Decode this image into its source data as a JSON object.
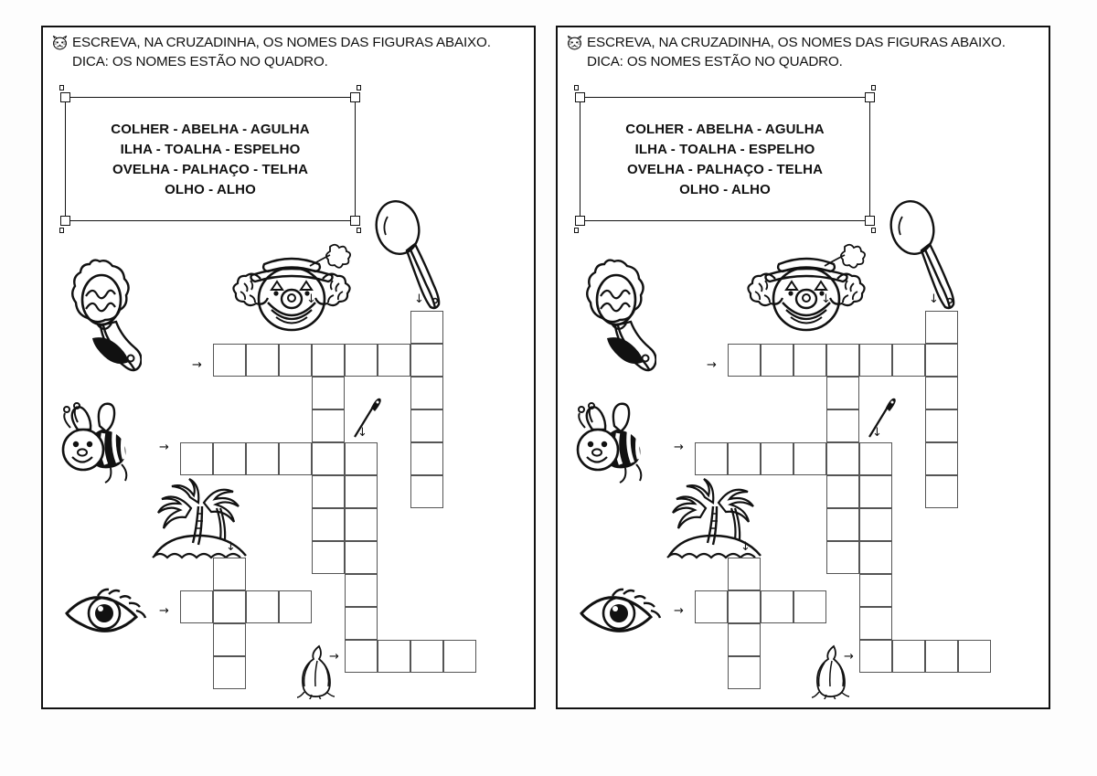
{
  "document": {
    "title": "Cruzadinha - LH",
    "panel_count": 2
  },
  "header": {
    "icon": "cat-face-icon",
    "line1": "ESCREVA, NA CRUZADINHA, OS NOMES DAS FIGURAS ABAIXO.",
    "line2": "DICA: OS NOMES ESTÃO NO QUADRO."
  },
  "word_bank": {
    "lines": [
      "COLHER - ABELHA - AGULHA",
      "ILHA - TOALHA - ESPELHO",
      "OVELHA - PALHAÇO - TELHA",
      "OLHO - ALHO"
    ],
    "words": [
      "COLHER",
      "ABELHA",
      "AGULHA",
      "ILHA",
      "TOALHA",
      "ESPELHO",
      "OVELHA",
      "PALHAÇO",
      "TELHA",
      "OLHO",
      "ALHO"
    ]
  },
  "crossword": {
    "entries": [
      {
        "answer": "ESPELHO",
        "length": 7,
        "direction": "across",
        "clue_icon": "hand-mirror-icon",
        "arrow": "right"
      },
      {
        "answer": "COLHER",
        "length": 6,
        "direction": "down",
        "clue_icon": "spoon-icon",
        "arrow": "down"
      },
      {
        "answer": "PALHAÇO",
        "length": 7,
        "direction": "down",
        "clue_icon": "clown-face-icon",
        "arrow": "down"
      },
      {
        "answer": "ABELHA",
        "length": 6,
        "direction": "across",
        "clue_icon": "bee-icon",
        "arrow": "right"
      },
      {
        "answer": "AGULHA",
        "length": 6,
        "direction": "down",
        "clue_icon": "needle-icon",
        "arrow": "down"
      },
      {
        "answer": "ILHA",
        "length": 4,
        "direction": "down",
        "clue_icon": "island-palm-icon",
        "arrow": "down"
      },
      {
        "answer": "OLHO",
        "length": 4,
        "direction": "across",
        "clue_icon": "eye-icon",
        "arrow": "right"
      },
      {
        "answer": "ALHO",
        "length": 4,
        "direction": "across",
        "clue_icon": "garlic-icon",
        "arrow": "right"
      }
    ],
    "cell_size": 36,
    "filled": false
  },
  "colors": {
    "ink": "#111111",
    "grid_line": "#555555",
    "paper": "#ffffff",
    "page_background": "#fdfdfd"
  }
}
